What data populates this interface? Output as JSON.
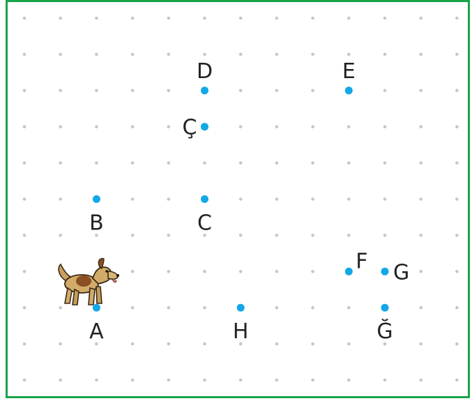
{
  "colors": {
    "border": "#1aa34a",
    "grid_dot": "#c4c7cb",
    "point": "#12a8e6",
    "label": "#222222"
  },
  "grid": {
    "columns": 13,
    "rows": 11
  },
  "points": [
    {
      "id": "A",
      "label": "A",
      "col": 2,
      "row": 8
    },
    {
      "id": "B",
      "label": "B",
      "col": 2,
      "row": 5
    },
    {
      "id": "C",
      "label": "C",
      "col": 5,
      "row": 5
    },
    {
      "id": "C_cedilla",
      "label": "Ç",
      "col": 5,
      "row": 3
    },
    {
      "id": "D",
      "label": "D",
      "col": 5,
      "row": 2
    },
    {
      "id": "E",
      "label": "E",
      "col": 9,
      "row": 2
    },
    {
      "id": "F",
      "label": "F",
      "col": 9,
      "row": 7
    },
    {
      "id": "G",
      "label": "G",
      "col": 10,
      "row": 7
    },
    {
      "id": "G_breve",
      "label": "Ğ",
      "col": 10,
      "row": 8
    },
    {
      "id": "H",
      "label": "H",
      "col": 6,
      "row": 8
    }
  ],
  "dog": {
    "icon": "dog-icon",
    "at_point": "A"
  }
}
